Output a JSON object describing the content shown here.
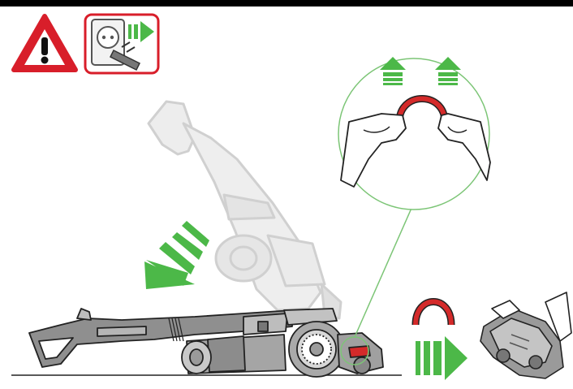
{
  "colors": {
    "warning_red": "#d81e2a",
    "arrow_green": "#4cb848",
    "body_grey": "#8f8f8f",
    "light_grey": "#c9c9c9",
    "ghost_grey": "#d9d9d9",
    "clip_red": "#d42a2a",
    "callout_green": "#7cc576",
    "outline": "#222222"
  },
  "icons": {
    "warning": "warning-triangle-icon",
    "unplug": "unplug-from-socket-icon",
    "arrow": "green-arrow-icon"
  },
  "steps": [
    {
      "name": "unplug-appliance"
    },
    {
      "name": "tilt-vacuum-backward"
    },
    {
      "name": "pull-red-clip-apart"
    },
    {
      "name": "remove-clip-from-cleaner-head"
    }
  ]
}
